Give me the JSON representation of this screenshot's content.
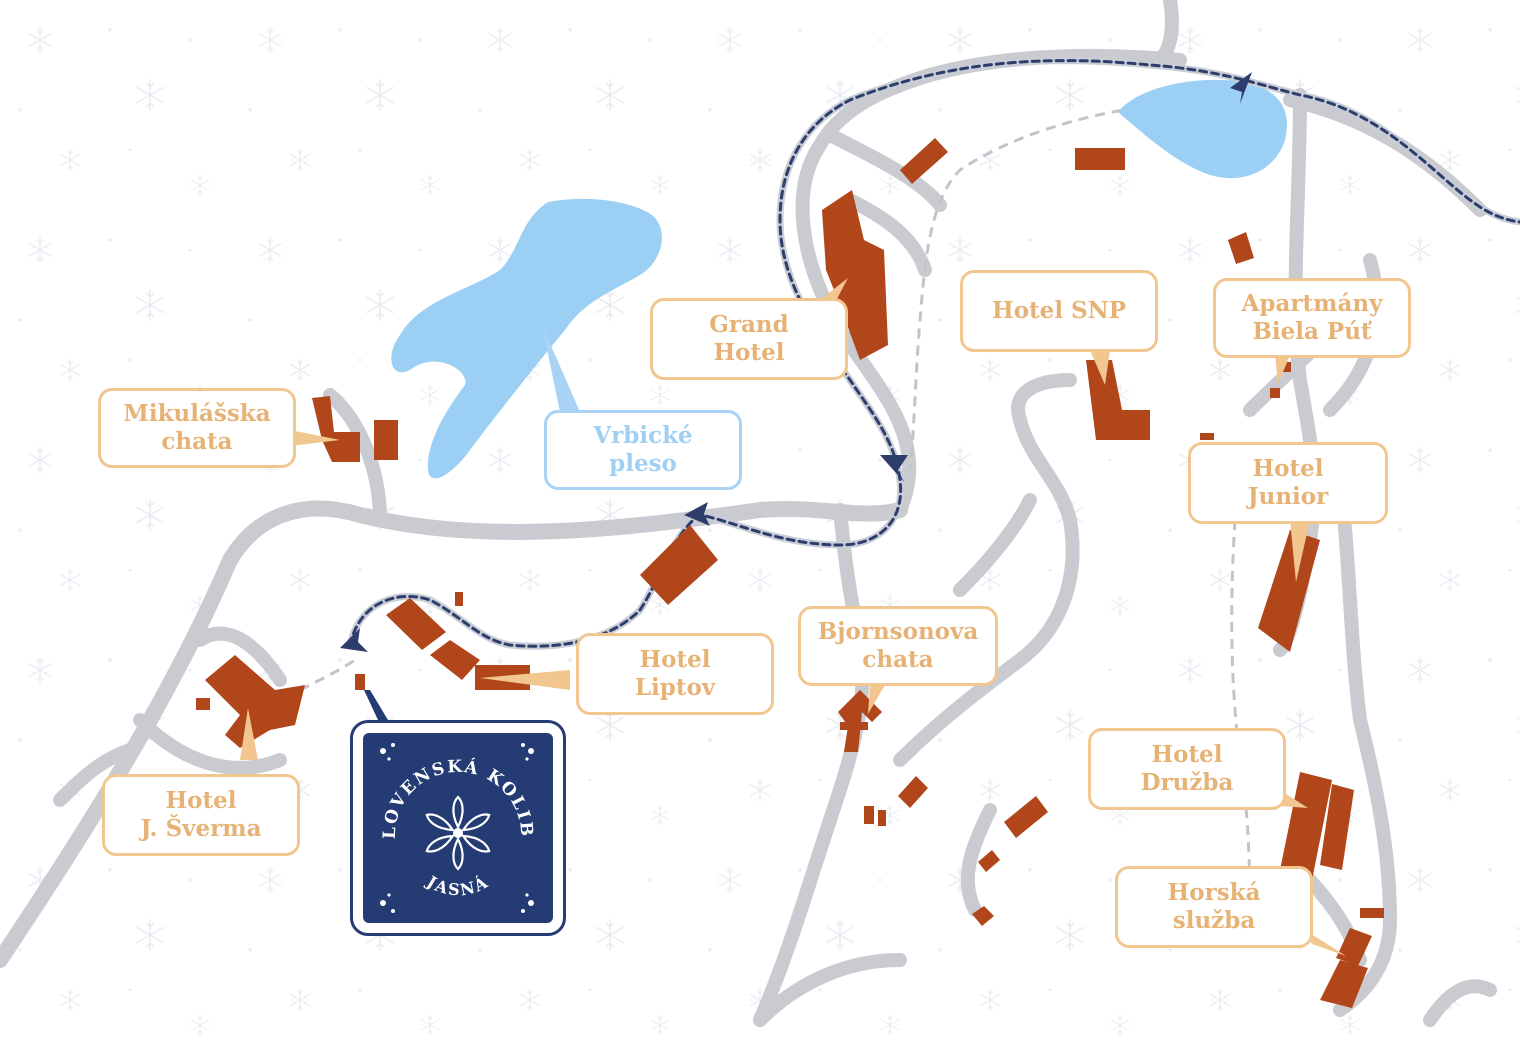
{
  "map": {
    "colors": {
      "road": "#c9cbd0",
      "path_dashed": "#c2c4c9",
      "building": "#b0461a",
      "water": "#9ccff4",
      "route": "#2e3e6c",
      "label_border": "#f2c78f",
      "label_text": "#e7b275",
      "lake_label": "#9fd0f4",
      "logo_bg": "#243c73"
    },
    "background_pattern": "snowflake-icon",
    "labels": {
      "mikulasska": [
        "Mikulášska",
        "chata"
      ],
      "grand_hotel": [
        "Grand",
        "Hotel"
      ],
      "vrbicke": [
        "Vrbické",
        "pleso"
      ],
      "hotel_snp": [
        "Hotel SNP"
      ],
      "apartmany": [
        "Apartmány",
        "Biela Púť"
      ],
      "hotel_junior": [
        "Hotel",
        "Junior"
      ],
      "hotel_liptov": [
        "Hotel",
        "Liptov"
      ],
      "bjornsonova": [
        "Bjornsonova",
        "chata"
      ],
      "hotel_sverma": [
        "Hotel",
        "J. Šverma"
      ],
      "hotel_druzba": [
        "Hotel",
        "Družba"
      ],
      "horska_sluzba": [
        "Horská",
        "služba"
      ]
    },
    "logo": {
      "top_text": "SLOVENSKÁ KOLIBA",
      "bottom_text": "JASNÁ",
      "icon": "edelweiss-icon"
    }
  }
}
